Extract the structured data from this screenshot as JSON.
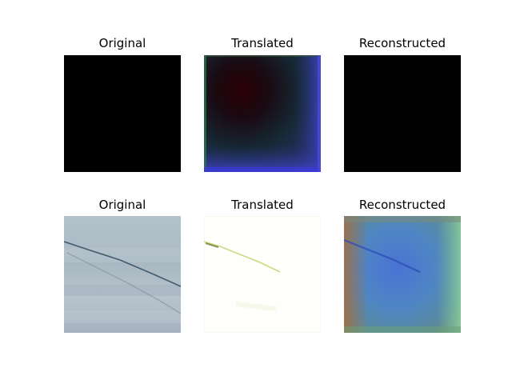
{
  "figure": {
    "rows": [
      {
        "titles": [
          "Original",
          "Translated",
          "Reconstructed"
        ]
      },
      {
        "titles": [
          "Original",
          "Translated",
          "Reconstructed"
        ]
      }
    ]
  }
}
